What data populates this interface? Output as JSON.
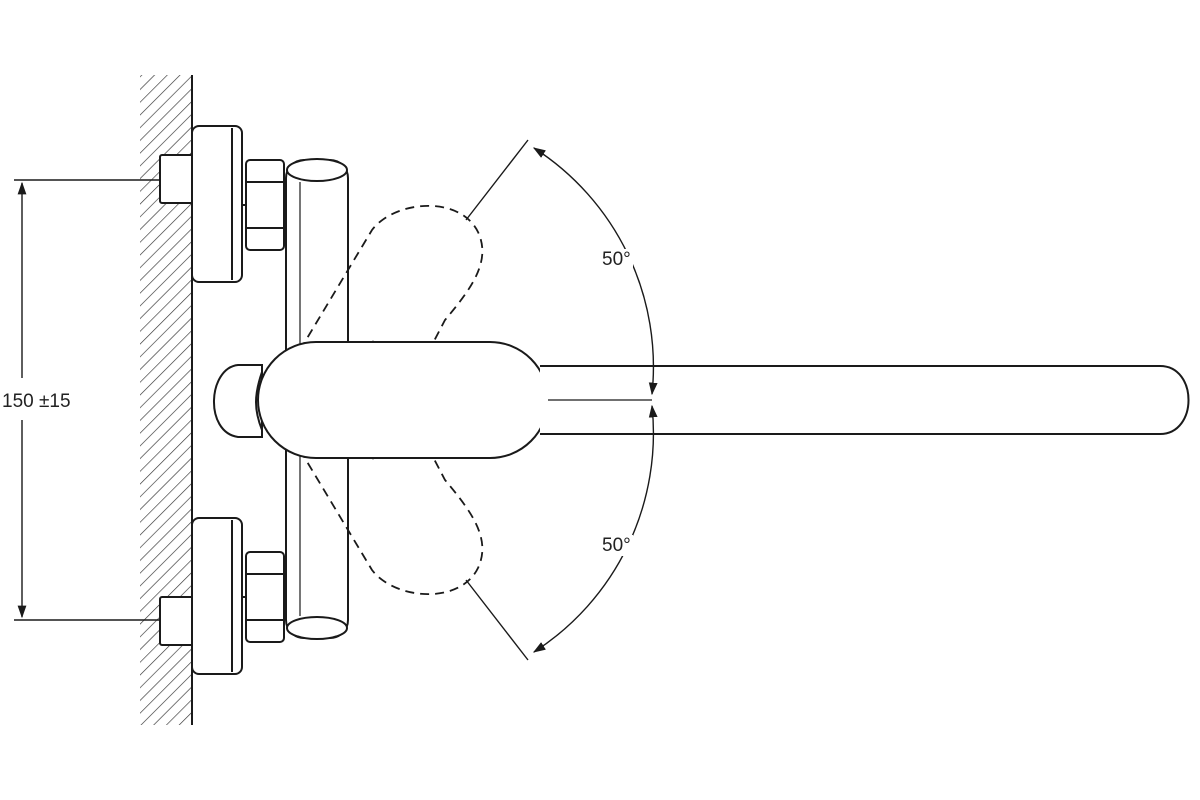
{
  "dimensions": {
    "mount_spacing": "150 ±15",
    "swing_angle_upper": "50°",
    "swing_angle_lower": "50°"
  },
  "colors": {
    "line": "#1a1a1a",
    "background": "#ffffff"
  }
}
